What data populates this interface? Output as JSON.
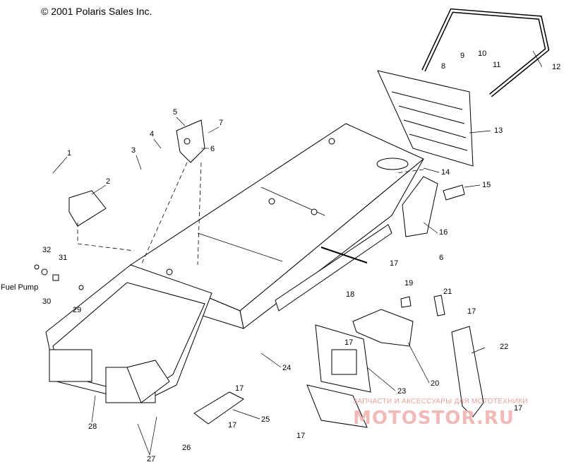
{
  "copyright": "© 2001 Polaris Sales Inc.",
  "callouts": [
    "1",
    "2",
    "3",
    "4",
    "5",
    "6",
    "7",
    "8",
    "9",
    "10",
    "11",
    "12",
    "13",
    "14",
    "15",
    "16",
    "17",
    "18",
    "19",
    "20",
    "21",
    "22",
    "23",
    "24",
    "25",
    "26",
    "27",
    "28",
    "29",
    "30",
    "31",
    "32"
  ],
  "labels": {
    "fuel_pump": "Fuel Pump"
  },
  "watermark": {
    "tagline": "ЗАПЧАСТИ И АКСЕССУАРЫ ДЛЯ МОТОТЕХНИКИ",
    "logo": "MOTOSTOR.RU"
  }
}
